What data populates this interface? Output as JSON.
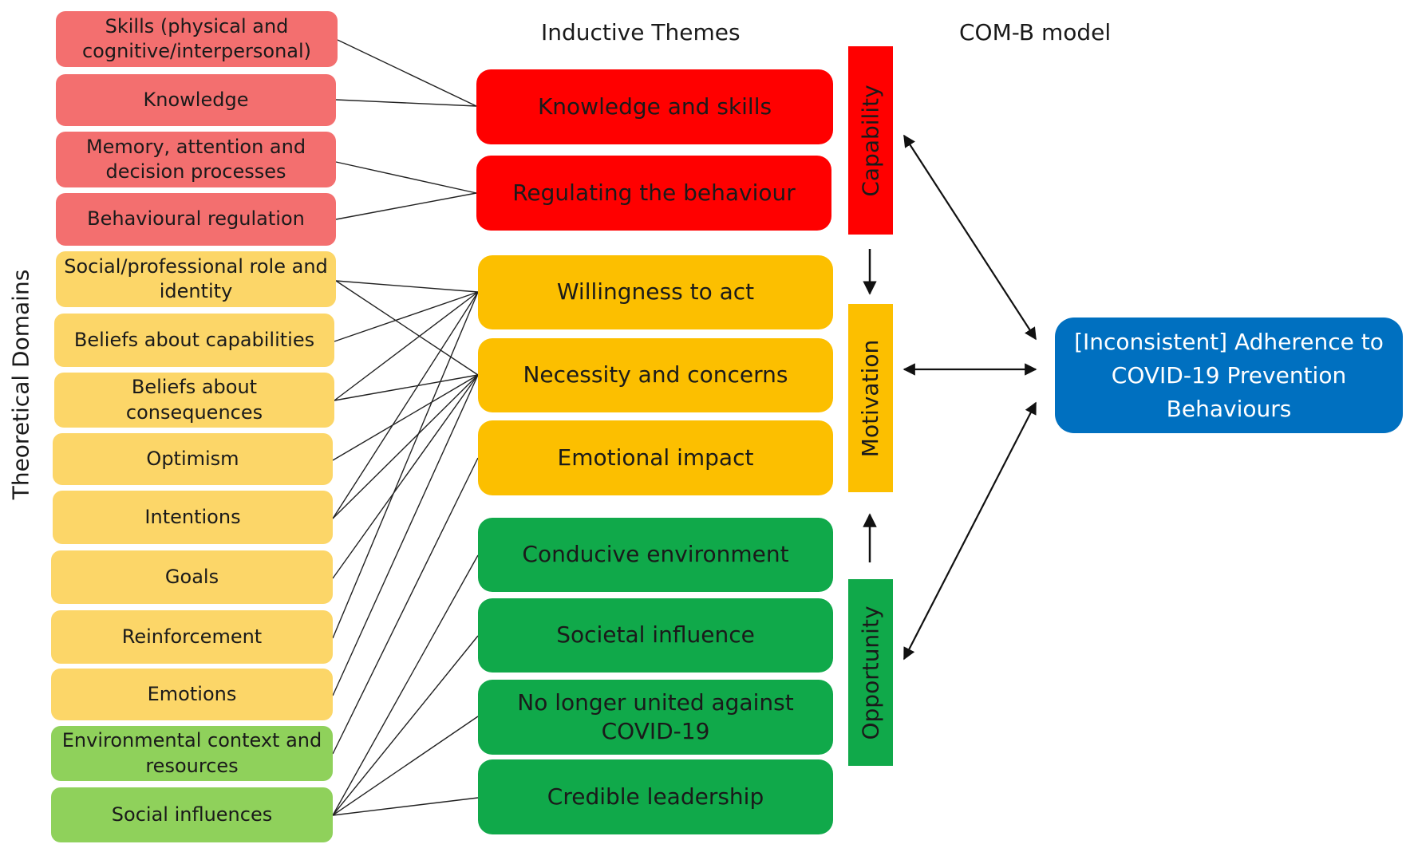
{
  "headings": {
    "inductive_themes": "Inductive Themes",
    "com_b_model": "COM-B model",
    "theoretical_domains": "Theoretical Domains"
  },
  "domains": [
    {
      "label": "Skills (physical and cognitive/interpersonal)",
      "color": "#f36f6f"
    },
    {
      "label": "Knowledge",
      "color": "#f36f6f"
    },
    {
      "label": "Memory, attention and decision processes",
      "color": "#f36f6f"
    },
    {
      "label": "Behavioural regulation",
      "color": "#f36f6f"
    },
    {
      "label": "Social/professional role and identity",
      "color": "#fcd668"
    },
    {
      "label": "Beliefs about capabilities",
      "color": "#fcd668"
    },
    {
      "label": "Beliefs about consequences",
      "color": "#fcd668"
    },
    {
      "label": "Optimism",
      "color": "#fcd668"
    },
    {
      "label": "Intentions",
      "color": "#fcd668"
    },
    {
      "label": "Goals",
      "color": "#fcd668"
    },
    {
      "label": "Reinforcement",
      "color": "#fcd668"
    },
    {
      "label": "Emotions",
      "color": "#fcd668"
    },
    {
      "label": "Environmental context and resources",
      "color": "#8fd15b"
    },
    {
      "label": "Social influences",
      "color": "#8fd15b"
    }
  ],
  "themes": [
    {
      "label": "Knowledge and skills",
      "color": "#ff0000"
    },
    {
      "label": "Regulating the behaviour",
      "color": "#ff0000"
    },
    {
      "label": "Willingness to act",
      "color": "#fcbf00"
    },
    {
      "label": "Necessity and concerns",
      "color": "#fcbf00"
    },
    {
      "label": "Emotional impact",
      "color": "#fcbf00"
    },
    {
      "label": "Conducive environment",
      "color": "#10a94a"
    },
    {
      "label": "Societal influence",
      "color": "#10a94a"
    },
    {
      "label": "No longer united against COVID-19",
      "color": "#10a94a"
    },
    {
      "label": "Credible leadership",
      "color": "#10a94a"
    }
  ],
  "com_b": {
    "capability": "Capability",
    "motivation": "Motivation",
    "opportunity": "Opportunity"
  },
  "outcome": {
    "label": "[Inconsistent] Adherence to COVID-19 Prevention Behaviours",
    "color": "#0070c0"
  }
}
